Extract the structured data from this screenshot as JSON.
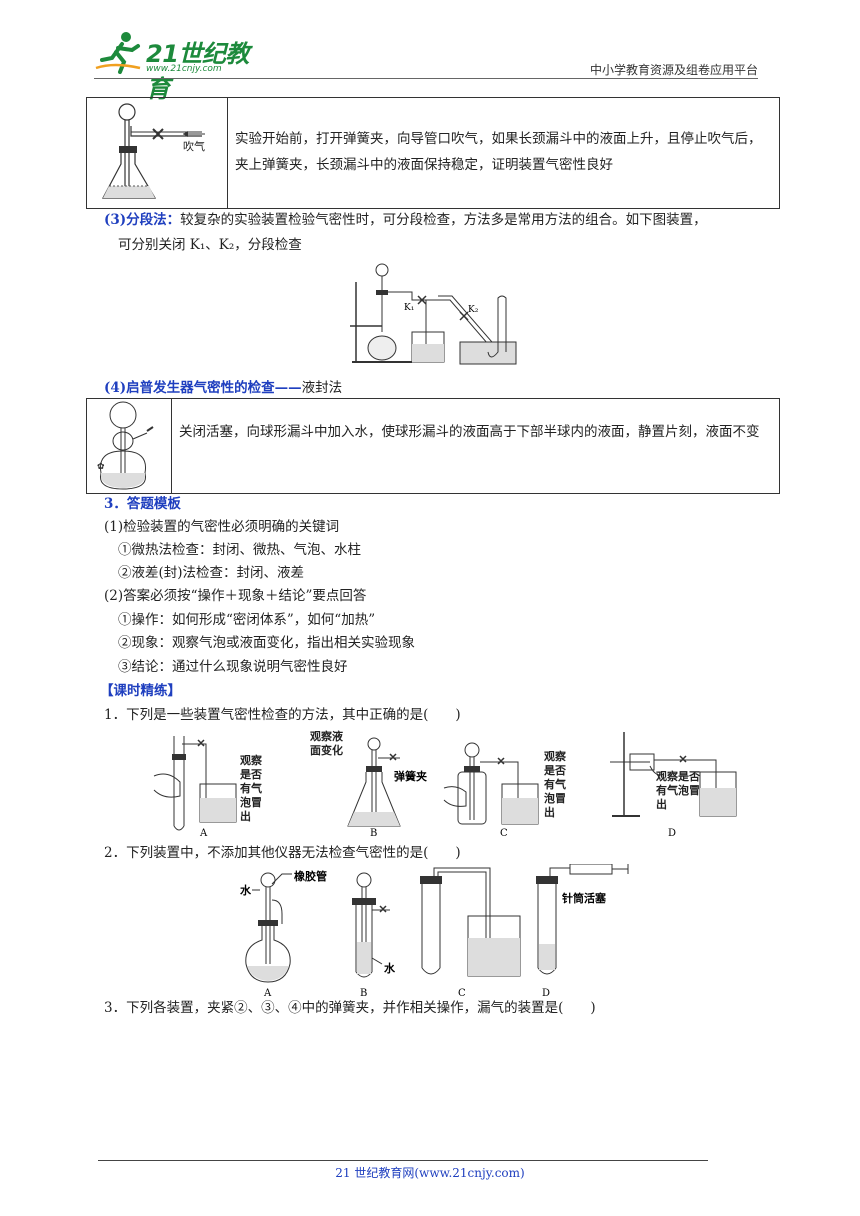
{
  "header": {
    "logo_text": "21世纪教育",
    "logo_url": "www.21cnjy.com",
    "right_text": "中小学教育资源及组卷应用平台"
  },
  "box1": {
    "figure_label": "吹气",
    "text": "实验开始前，打开弹簧夹，向导管口吹气，如果长颈漏斗中的液面上升，且停止吹气后，夹上弹簧夹，长颈漏斗中的液面保持稳定，证明装置气密性良好"
  },
  "section3": {
    "title": "(3)分段法：",
    "line1": "较复杂的实验装置检验气密性时，可分段检查，方法多是常用方法的组合。如下图装置，",
    "line2": "可分别关闭 K₁、K₂，分段检查",
    "k1": "K₁",
    "k2": "K₂"
  },
  "section4": {
    "title": "(4)启普发生器气密性的检查——",
    "title_rest": "液封法",
    "text": "关闭活塞，向球形漏斗中加入水，使球形漏斗的液面高于下部半球内的液面，静置片刻，液面不变"
  },
  "template": {
    "title": "3．答题模板",
    "lines": [
      "(1)检验装置的气密性必须明确的关键词",
      "①微热法检查：封闭、微热、气泡、水柱",
      "②液差(封)法检查：封闭、液差",
      "(2)答案必须按“操作＋现象＋结论”要点回答",
      "①操作：如何形成“密闭体系”，如何“加热”",
      "②现象：观察气泡或液面变化，指出相关实验现象",
      "③结论：通过什么现象说明气密性良好"
    ]
  },
  "practice": {
    "title": "【课时精练】",
    "q1": "1．下列是一些装置气密性检查的方法，其中正确的是(　　)",
    "q1_labels": {
      "a": "观察是否有气泡冒出",
      "b_top": "观察液面变化",
      "b_right": "弹簧夹",
      "c": "观察是否有气泡冒出",
      "d": "观察是否有气泡冒出"
    },
    "q2": "2．下列装置中，不添加其他仪器无法检查气密性的是(　　)",
    "q2_labels": {
      "water_a": "水",
      "rubber": "橡胶管",
      "water_b": "水",
      "syringe": "针筒活塞"
    },
    "q3": "3．下列各装置，夹紧②、③、④中的弹簧夹，并作相关操作，漏气的装置是(　　)",
    "options": [
      "A",
      "B",
      "C",
      "D"
    ]
  },
  "footer": {
    "text": "21 世纪教育网(www.21cnjy.com)"
  }
}
